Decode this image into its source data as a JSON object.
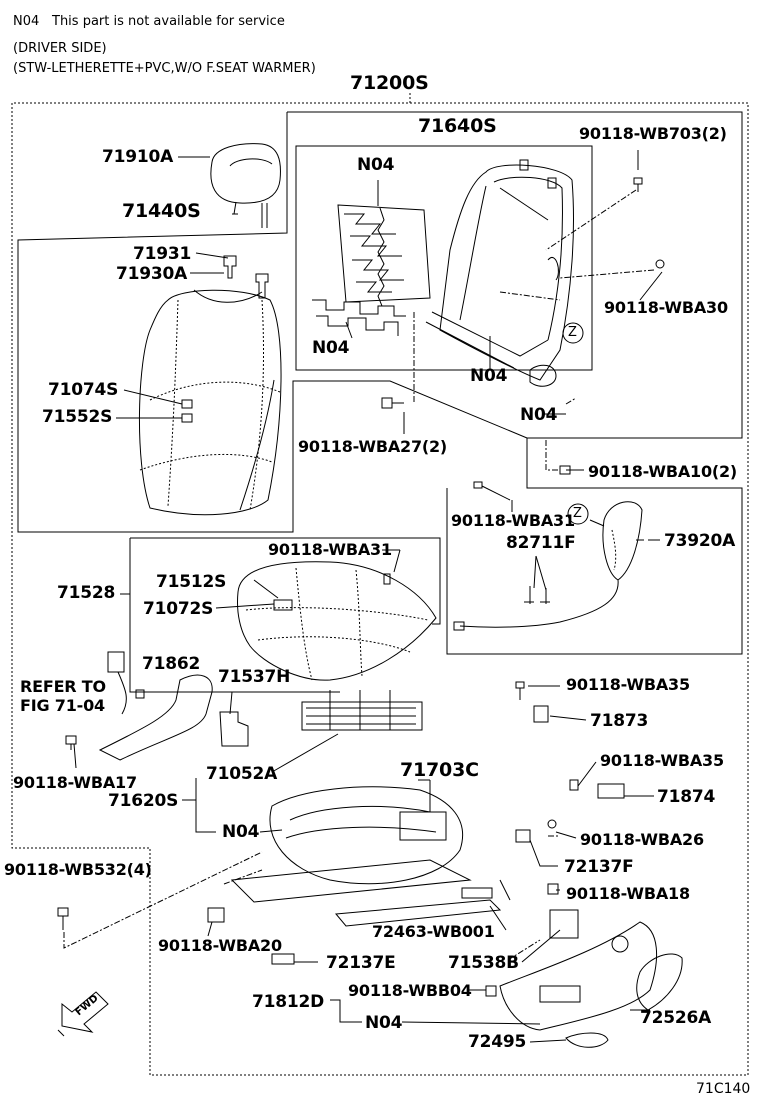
{
  "header": {
    "note_code": "N04",
    "note_text": "This part is not available for service",
    "side": "(DRIVER SIDE)",
    "spec": "(STW-LETHERETTE+PVC,W/O F.SEAT WARMER)"
  },
  "parts": {
    "p71200S": "71200S",
    "p71640S": "71640S",
    "p90118WB703": "90118-WB703(2)",
    "p71910A": "71910A",
    "p71440S": "71440S",
    "n04_springs": "N04",
    "p71931": "71931",
    "p71930A": "71930A",
    "n04_wire": "N04",
    "n04_frame": "N04",
    "p90118WBA30": "90118-WBA30",
    "p71074S": "71074S",
    "p71552S": "71552S",
    "n04_recliner": "N04",
    "p90118WBA27": "90118-WBA27(2)",
    "p90118WBA10": "90118-WBA10(2)",
    "p90118WBA31a": "90118-WBA31",
    "p82711F": "82711F",
    "p73920A": "73920A",
    "p90118WBA31b": "90118-WBA31",
    "p71528": "71528",
    "p71512S": "71512S",
    "p71072S": "71072S",
    "p71862": "71862",
    "refer1": "REFER TO",
    "refer2": "FIG 71-04",
    "p71537H": "71537H",
    "p90118WBA35a": "90118-WBA35",
    "p71873": "71873",
    "p90118WBA17": "90118-WBA17",
    "p71052A": "71052A",
    "p90118WBA35b": "90118-WBA35",
    "p71874": "71874",
    "p71703C": "71703C",
    "p71620S": "71620S",
    "n04_track": "N04",
    "p90118WBA26": "90118-WBA26",
    "p90118WB532": "90118-WB532(4)",
    "p72137F": "72137F",
    "p90118WBA18": "90118-WBA18",
    "p72463WB001": "72463-WB001",
    "p90118WBA20": "90118-WBA20",
    "p71538B": "71538B",
    "p72137E": "72137E",
    "p90118WBB04": "90118-WBB04",
    "p71812D": "71812D",
    "p72526A": "72526A",
    "n04_cover": "N04",
    "p72495": "72495"
  },
  "callouts": {
    "z": "Z"
  },
  "fwd": "FWD",
  "figure_code": "71C140"
}
